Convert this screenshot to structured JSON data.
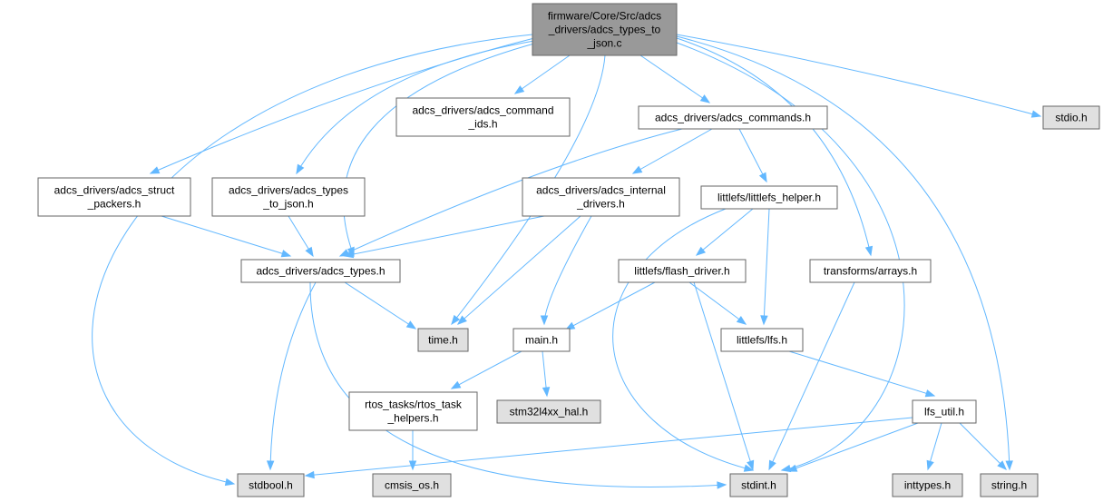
{
  "colors": {
    "root_fill": "#999999",
    "local_fill": "#ffffff",
    "system_fill": "#e0e0e0",
    "node_border": "#666666",
    "edge": "#63b8ff"
  },
  "nodes": [
    {
      "id": "root",
      "kind": "root",
      "lines": [
        "firmware/Core/Src/adcs",
        "_drivers/adcs_types_to",
        "_json.c"
      ]
    },
    {
      "id": "cmd_ids",
      "kind": "local",
      "lines": [
        "adcs_drivers/adcs_command",
        "_ids.h"
      ]
    },
    {
      "id": "commands",
      "kind": "local",
      "lines": [
        "adcs_drivers/adcs_commands.h"
      ]
    },
    {
      "id": "stdio",
      "kind": "system",
      "lines": [
        "stdio.h"
      ]
    },
    {
      "id": "struct_packers",
      "kind": "local",
      "lines": [
        "adcs_drivers/adcs_struct",
        "_packers.h"
      ]
    },
    {
      "id": "types_to_json",
      "kind": "local",
      "lines": [
        "adcs_drivers/adcs_types",
        "_to_json.h"
      ]
    },
    {
      "id": "internal_drivers",
      "kind": "local",
      "lines": [
        "adcs_drivers/adcs_internal",
        "_drivers.h"
      ]
    },
    {
      "id": "lfs_helper",
      "kind": "local",
      "lines": [
        "littlefs/littlefs_helper.h"
      ]
    },
    {
      "id": "types",
      "kind": "local",
      "lines": [
        "adcs_drivers/adcs_types.h"
      ]
    },
    {
      "id": "flash_driver",
      "kind": "local",
      "lines": [
        "littlefs/flash_driver.h"
      ]
    },
    {
      "id": "arrays",
      "kind": "local",
      "lines": [
        "transforms/arrays.h"
      ]
    },
    {
      "id": "time",
      "kind": "system",
      "lines": [
        "time.h"
      ]
    },
    {
      "id": "main",
      "kind": "local",
      "lines": [
        "main.h"
      ]
    },
    {
      "id": "lfs",
      "kind": "local",
      "lines": [
        "littlefs/lfs.h"
      ]
    },
    {
      "id": "rtos",
      "kind": "local",
      "lines": [
        "rtos_tasks/rtos_task",
        "_helpers.h"
      ]
    },
    {
      "id": "hal",
      "kind": "system",
      "lines": [
        "stm32l4xx_hal.h"
      ]
    },
    {
      "id": "lfs_util",
      "kind": "local",
      "lines": [
        "lfs_util.h"
      ]
    },
    {
      "id": "stdbool",
      "kind": "system",
      "lines": [
        "stdbool.h"
      ]
    },
    {
      "id": "cmsis",
      "kind": "system",
      "lines": [
        "cmsis_os.h"
      ]
    },
    {
      "id": "stdint",
      "kind": "system",
      "lines": [
        "stdint.h"
      ]
    },
    {
      "id": "inttypes",
      "kind": "system",
      "lines": [
        "inttypes.h"
      ]
    },
    {
      "id": "string",
      "kind": "system",
      "lines": [
        "string.h"
      ]
    }
  ],
  "edges": [
    [
      "root",
      "cmd_ids"
    ],
    [
      "root",
      "commands"
    ],
    [
      "root",
      "stdio"
    ],
    [
      "root",
      "struct_packers"
    ],
    [
      "root",
      "types_to_json"
    ],
    [
      "root",
      "types"
    ],
    [
      "root",
      "time"
    ],
    [
      "root",
      "arrays"
    ],
    [
      "root",
      "stdint"
    ],
    [
      "root",
      "string"
    ],
    [
      "root",
      "stdbool"
    ],
    [
      "commands",
      "types"
    ],
    [
      "commands",
      "internal_drivers"
    ],
    [
      "commands",
      "lfs_helper"
    ],
    [
      "struct_packers",
      "types"
    ],
    [
      "types_to_json",
      "types"
    ],
    [
      "internal_drivers",
      "types"
    ],
    [
      "internal_drivers",
      "time"
    ],
    [
      "internal_drivers",
      "main"
    ],
    [
      "lfs_helper",
      "flash_driver"
    ],
    [
      "lfs_helper",
      "lfs"
    ],
    [
      "lfs_helper",
      "stdint"
    ],
    [
      "types",
      "time"
    ],
    [
      "types",
      "stdbool"
    ],
    [
      "types",
      "stdint"
    ],
    [
      "flash_driver",
      "main"
    ],
    [
      "flash_driver",
      "lfs"
    ],
    [
      "flash_driver",
      "stdint"
    ],
    [
      "arrays",
      "stdint"
    ],
    [
      "main",
      "rtos"
    ],
    [
      "main",
      "hal"
    ],
    [
      "lfs",
      "lfs_util"
    ],
    [
      "rtos",
      "cmsis"
    ],
    [
      "lfs_util",
      "stdbool"
    ],
    [
      "lfs_util",
      "stdint"
    ],
    [
      "lfs_util",
      "inttypes"
    ],
    [
      "lfs_util",
      "string"
    ]
  ]
}
